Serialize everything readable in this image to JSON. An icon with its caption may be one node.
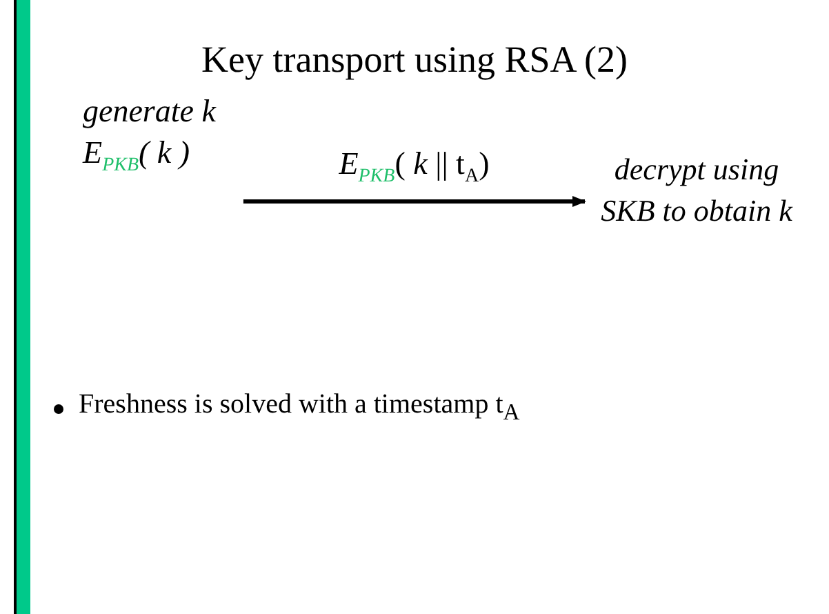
{
  "diagram": {
    "title": "Key transport using RSA (2)",
    "nodes": [
      {
        "text": [
          "generate k",
          "E$_{PKB}$( k )"
        ]
      },
      {
        "text": [
          "decrypt using SKB to obtain k"
        ]
      }
    ],
    "edges": [
      {
        "from": 0,
        "to": 1,
        "arrow": "to",
        "label": "*E*$_{PKB}$( *k* || t$_{A}$)"
      }
    ],
    "labels": [
      "Freshness is solved with a timestamp t$_{A}$"
    ]
  }
}
